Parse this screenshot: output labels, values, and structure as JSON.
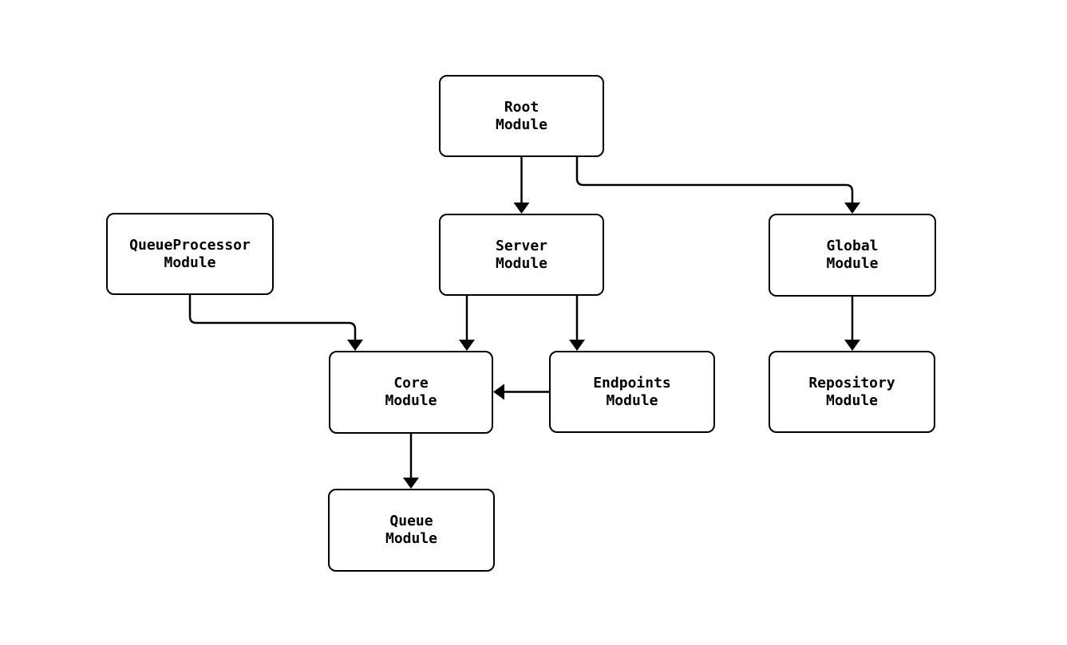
{
  "diagram": {
    "type": "flowchart",
    "direction": "top-down",
    "colors": {
      "background": "#ffffff",
      "node_fill": "#ffffff",
      "node_stroke": "#000000",
      "edge_stroke": "#000000",
      "text": "#000000"
    },
    "nodes": {
      "root": {
        "label": "Root\nModule"
      },
      "queueprocessor": {
        "label": "QueueProcessor\nModule"
      },
      "server": {
        "label": "Server\nModule"
      },
      "global": {
        "label": "Global\nModule"
      },
      "core": {
        "label": "Core\nModule"
      },
      "endpoints": {
        "label": "Endpoints\nModule"
      },
      "repository": {
        "label": "Repository\nModule"
      },
      "queue": {
        "label": "Queue\nModule"
      }
    },
    "edges": [
      {
        "from": "Root Module",
        "to": "Server Module"
      },
      {
        "from": "Root Module",
        "to": "Global Module"
      },
      {
        "from": "QueueProcessor Module",
        "to": "Core Module"
      },
      {
        "from": "Server Module",
        "to": "Core Module"
      },
      {
        "from": "Server Module",
        "to": "Endpoints Module"
      },
      {
        "from": "Endpoints Module",
        "to": "Core Module"
      },
      {
        "from": "Global Module",
        "to": "Repository Module"
      },
      {
        "from": "Core Module",
        "to": "Queue Module"
      }
    ]
  }
}
